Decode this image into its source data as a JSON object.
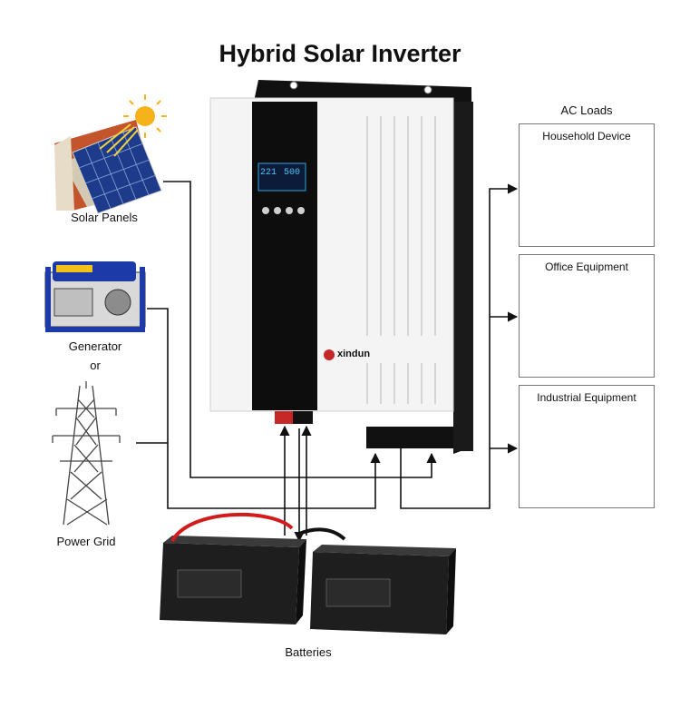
{
  "title": "Hybrid Solar Inverter",
  "sources": {
    "solar_label": "Solar Panels",
    "generator_label": "Generator",
    "or_label": "or",
    "grid_label": "Power Grid"
  },
  "inverter": {
    "brand": "xindun",
    "display_left": "221",
    "display_right": "500"
  },
  "loads": {
    "heading": "AC Loads",
    "groups": [
      {
        "label": "Household Device"
      },
      {
        "label": "Office Equipment"
      },
      {
        "label": "Industrial Equipment"
      }
    ]
  },
  "batteries_label": "Batteries",
  "colors": {
    "inverter_body": "#f4f4f4",
    "panel_black": "#0d0d0d",
    "battery": "#1e1e1e",
    "cable_red": "#d21c1c",
    "wire": "#111111"
  }
}
